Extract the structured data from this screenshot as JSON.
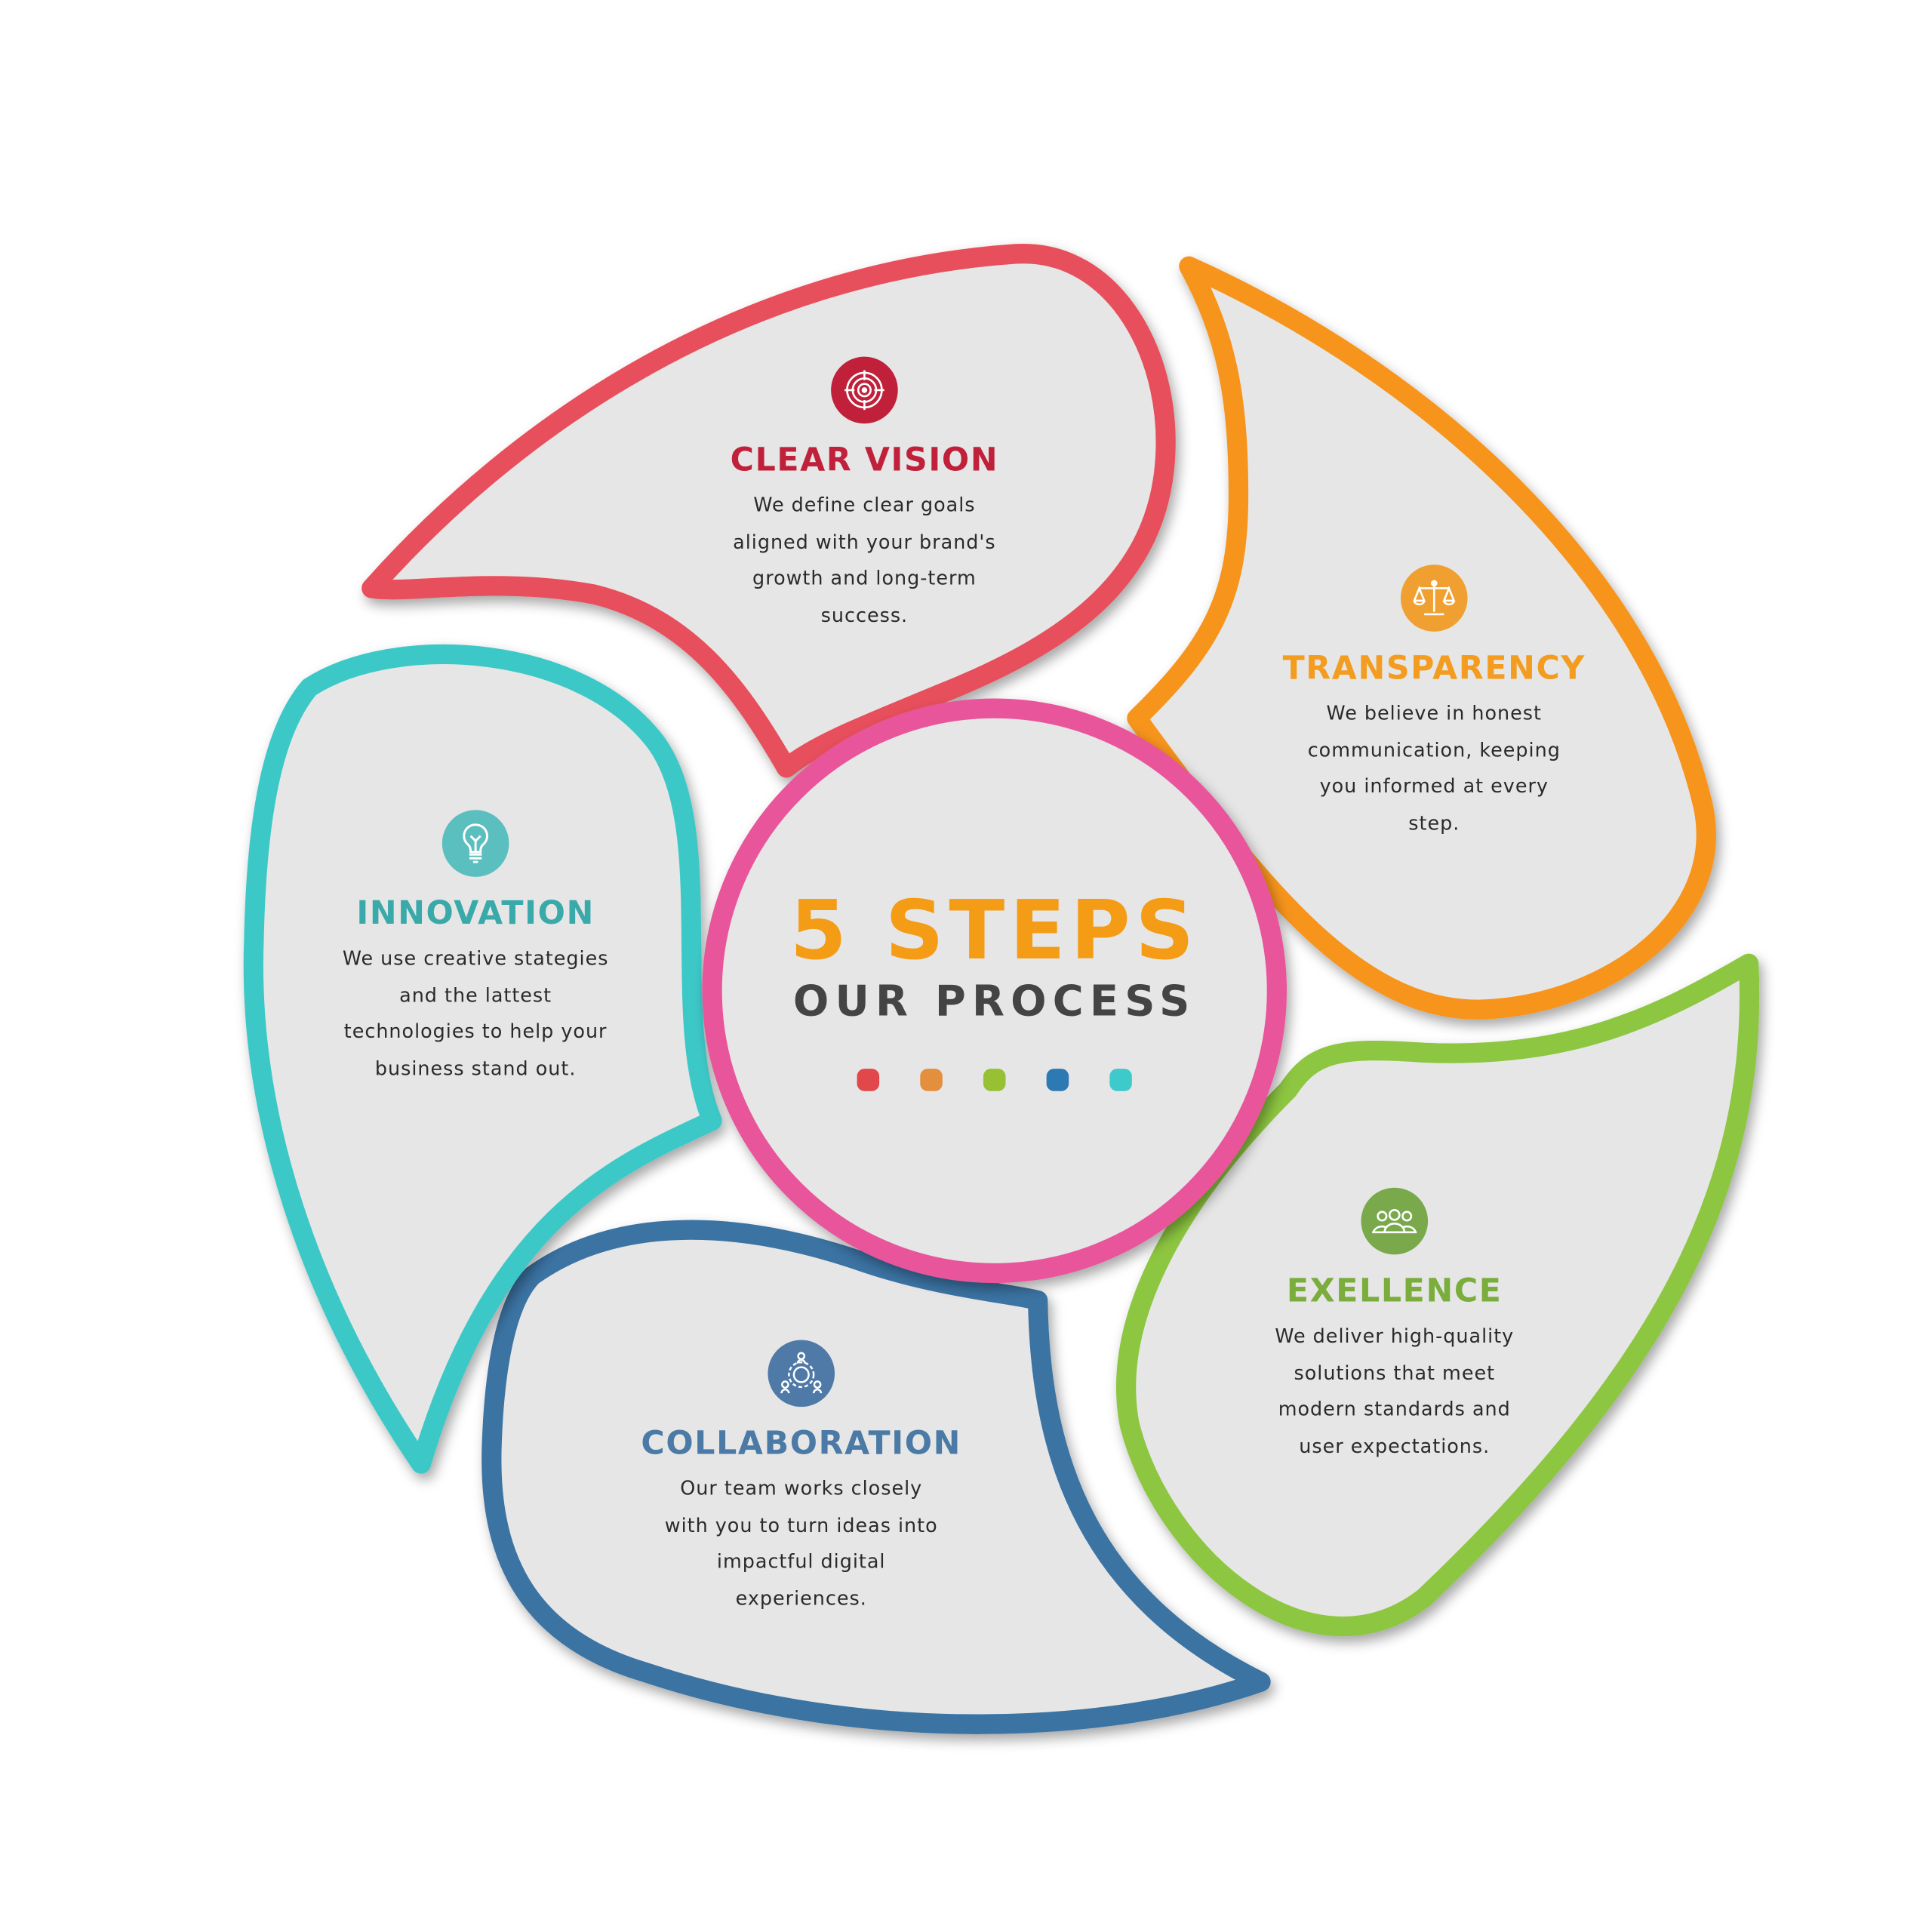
{
  "center": {
    "headline": "5 STEPS",
    "subheadline": "OUR PROCESS",
    "dot_colors": [
      "#e2474b",
      "#e38f3d",
      "#97c133",
      "#2d79b3",
      "#3ecaca"
    ]
  },
  "steps": [
    {
      "id": "clear-vision",
      "title": "CLEAR VISION",
      "icon": "target-icon",
      "color": "#e8505b",
      "title_color": "#c0203a",
      "icon_bg": "#c0203a",
      "lines": [
        "We define clear goals",
        "aligned with your brand's",
        "growth and long-term",
        "success."
      ]
    },
    {
      "id": "transparency",
      "title": "TRANSPARENCY",
      "icon": "scales-icon",
      "color": "#f7941d",
      "title_color": "#f39c1f",
      "icon_bg": "#f0a030",
      "lines": [
        "We believe in honest",
        "communication, keeping",
        "you informed at every",
        "step."
      ]
    },
    {
      "id": "exellence",
      "title": "EXELLENCE",
      "icon": "team-icon",
      "color": "#8dc63f",
      "title_color": "#7aad3c",
      "icon_bg": "#79a94a",
      "lines": [
        "We deliver high-quality",
        "solutions that meet",
        "modern standards and",
        "user expectations."
      ]
    },
    {
      "id": "collaboration",
      "title": "COLLABORATION",
      "icon": "collaboration-gear-icon",
      "color": "#3b73a3",
      "title_color": "#4a7aa5",
      "icon_bg": "#4f7aa8",
      "lines": [
        "Our team works closely",
        "with you to turn ideas into",
        "impactful digital",
        "experiences."
      ]
    },
    {
      "id": "innovation",
      "title": "INNOVATION",
      "icon": "lightbulb-icon",
      "color": "#3cc8c8",
      "title_color": "#3aa9a9",
      "icon_bg": "#5bbfbf",
      "lines": [
        "We use creative stategies",
        "and the lattest",
        "technologies to help your",
        "business stand out."
      ]
    }
  ]
}
